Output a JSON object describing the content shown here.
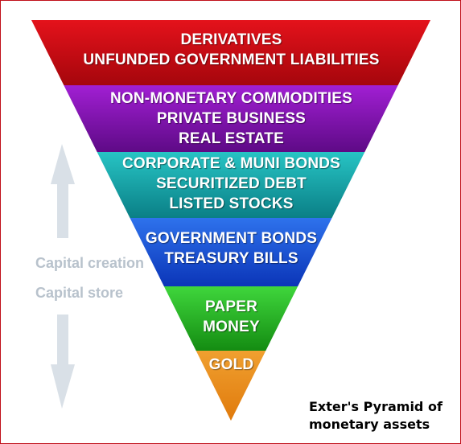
{
  "tiers": [
    {
      "lines": [
        "DERIVATIVES",
        "UNFUNDED GOVERNMENT LIABILITIES"
      ],
      "color_top": "#e4121b",
      "color_bottom": "#a5060c"
    },
    {
      "lines": [
        "NON-MONETARY COMMODITIES",
        "PRIVATE BUSINESS",
        "REAL ESTATE"
      ],
      "color_top": "#a11fd3",
      "color_bottom": "#5e0a86"
    },
    {
      "lines": [
        "CORPORATE & MUNI BONDS",
        "SECURITIZED DEBT",
        "LISTED STOCKS"
      ],
      "color_top": "#27c4c4",
      "color_bottom": "#0a7f86"
    },
    {
      "lines": [
        "GOVERNMENT BONDS",
        "TREASURY BILLS"
      ],
      "color_top": "#2e72ec",
      "color_bottom": "#0b35b8"
    },
    {
      "lines": [
        "PAPER",
        "MONEY"
      ],
      "color_top": "#3fd63c",
      "color_bottom": "#148c12"
    },
    {
      "lines": [
        "GOLD"
      ],
      "color_top": "#f0a030",
      "color_bottom": "#e07a0c"
    }
  ],
  "side_labels": {
    "top": "Capital creation",
    "bottom": "Capital store"
  },
  "caption": {
    "line1": "Exter's Pyramid of",
    "line2": "monetary assets"
  },
  "colors": {
    "border": "#c0101a",
    "arrow": "#d9e0e7",
    "side_label": "#b8c2cc"
  }
}
